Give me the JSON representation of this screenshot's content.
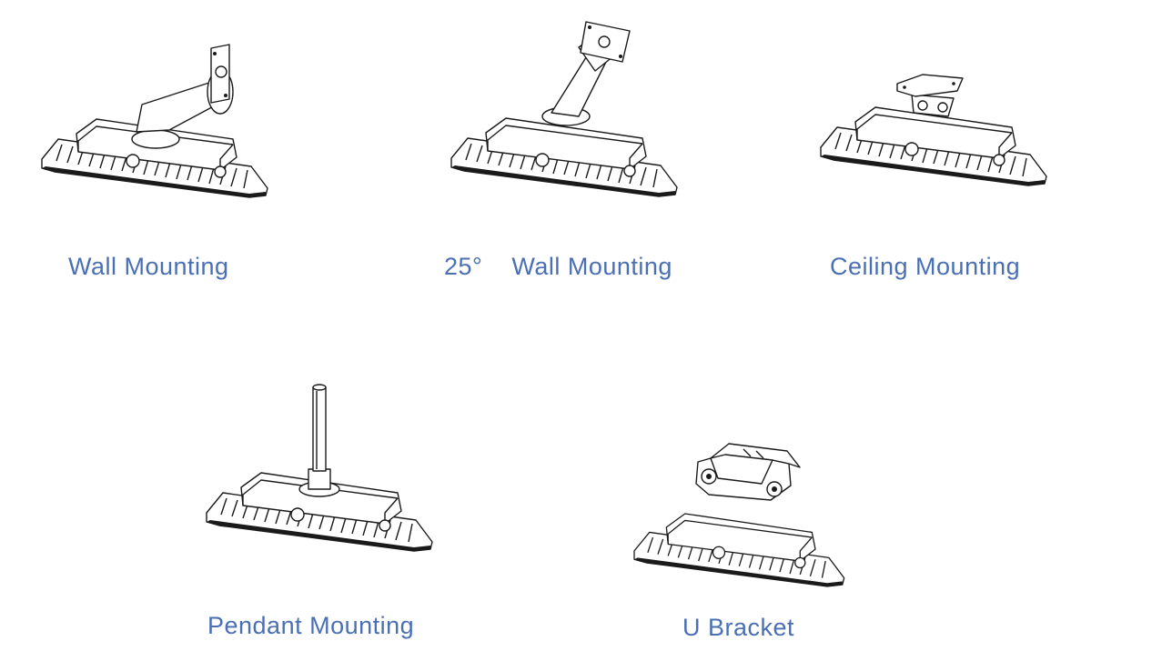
{
  "items": [
    {
      "id": "wall",
      "caption": "Wall Mounting"
    },
    {
      "id": "wall25",
      "caption": "25°    Wall Mounting"
    },
    {
      "id": "ceiling",
      "caption": "Ceiling Mounting"
    },
    {
      "id": "pendant",
      "caption": "Pendant Mounting"
    },
    {
      "id": "ubracket",
      "caption": "U Bracket"
    }
  ]
}
